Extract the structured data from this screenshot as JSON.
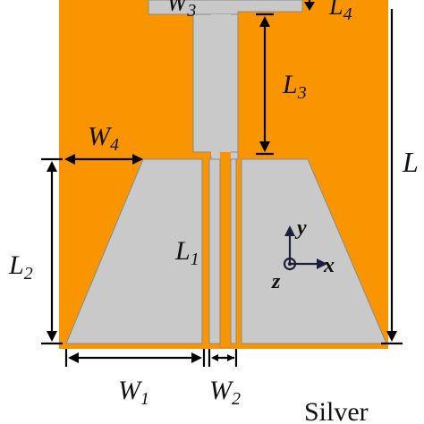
{
  "colors": {
    "substrate": "#F99500",
    "silver": "#C9C9C9",
    "silver_stroke": "#8a8a8a",
    "dim_line": "#000000"
  },
  "labels": {
    "W3": {
      "main": "W",
      "sub": "3"
    },
    "L4": {
      "main": "L",
      "sub": "4"
    },
    "L3": {
      "main": "L",
      "sub": "3"
    },
    "W4": {
      "main": "W",
      "sub": "4"
    },
    "L": {
      "main": "L"
    },
    "L2": {
      "main": "L",
      "sub": "2"
    },
    "L1": {
      "main": "L",
      "sub": "1"
    },
    "W1": {
      "main": "W",
      "sub": "1"
    },
    "W2": {
      "main": "W",
      "sub": "2"
    },
    "axis_x": "x",
    "axis_y": "y",
    "axis_z": "z",
    "legend_silver": "Silver"
  }
}
